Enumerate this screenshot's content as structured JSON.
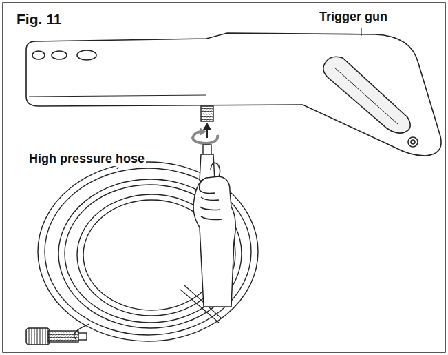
{
  "diagram": {
    "title": "Fig. 11",
    "labels": [
      "Trigger gun",
      "High pressure hose"
    ]
  }
}
